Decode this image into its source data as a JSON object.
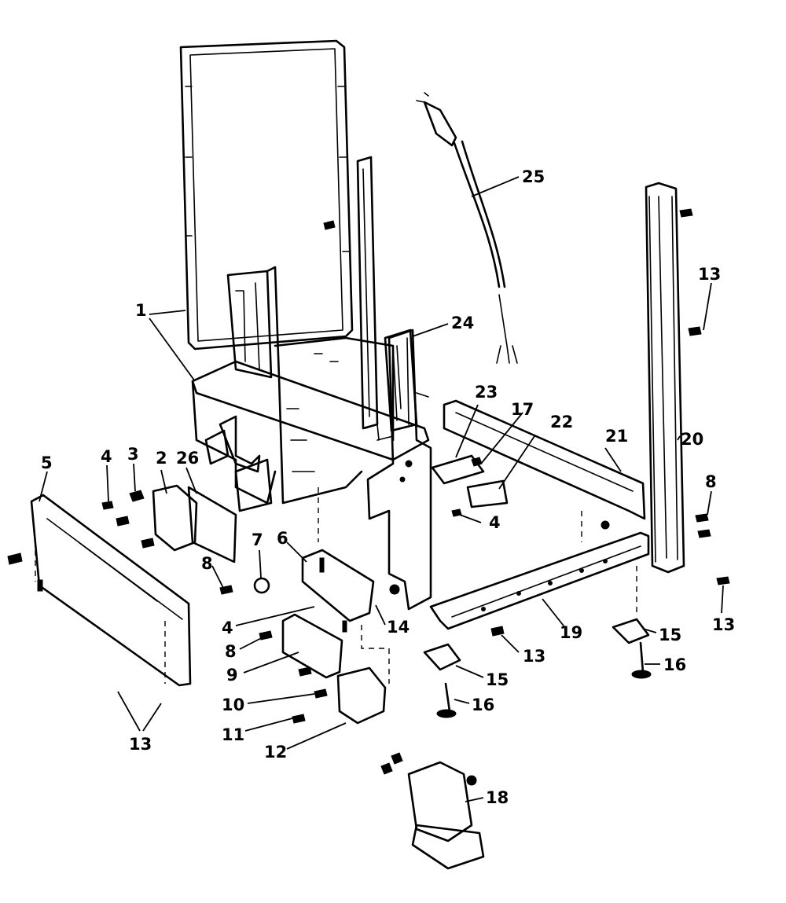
{
  "callouts": {
    "c1": "1",
    "c2": "2",
    "c3": "3",
    "c4a": "4",
    "c4b": "4",
    "c4c": "4",
    "c5": "5",
    "c6": "6",
    "c7": "7",
    "c8a": "8",
    "c8b": "8",
    "c8c": "8",
    "c9": "9",
    "c10": "10",
    "c11": "11",
    "c12": "12",
    "c13a": "13",
    "c13b": "13",
    "c13c": "13",
    "c13d": "13",
    "c14": "14",
    "c15a": "15",
    "c15b": "15",
    "c16a": "16",
    "c16b": "16",
    "c17": "17",
    "c18": "18",
    "c19": "19",
    "c20": "20",
    "c21": "21",
    "c22": "22",
    "c23": "23",
    "c24": "24",
    "c25": "25",
    "c26": "26"
  }
}
